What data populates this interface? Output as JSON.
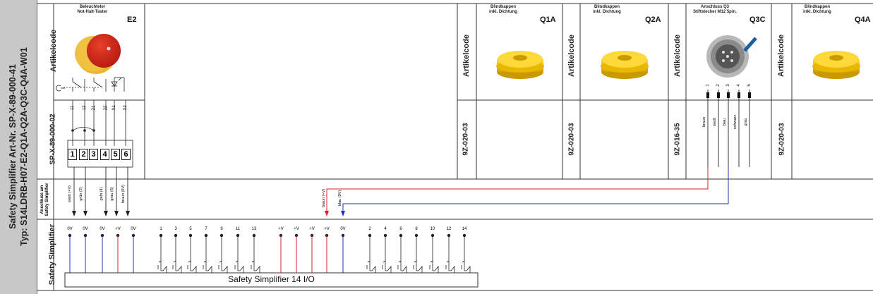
{
  "sidebar": {
    "line1": "Safety Simplifier Art-Nr. SP-X-89-000-41",
    "line2": "Typ: S14LDRB-H07-E2-Q1A-Q2A-Q3C-Q4A-W01"
  },
  "rows": {
    "artikelcode": "Artikelcode",
    "anschluss": "Anschluss am\nSafety Simplifier",
    "safety": "Safety Simplifier"
  },
  "e2": {
    "title": "Beleuchteter\nNot-Halt-Taster",
    "id": "E2",
    "code": "SP-X-89-000-02",
    "pins": [
      "11",
      "12",
      "21",
      "22",
      "X1",
      "X2"
    ],
    "terminals": [
      "1",
      "2",
      "3",
      "4",
      "5",
      "6"
    ],
    "wires": [
      "weiß (+V)",
      "grün (2)",
      "gelb (4)",
      "grau (6)",
      "braun (0V)"
    ]
  },
  "q1a": {
    "title": "Blindkappen\ninkl. Dichtung",
    "id": "Q1A",
    "code": "9Z-020-03"
  },
  "q2a": {
    "title": "Blindkappen\ninkl. Dichtung",
    "id": "Q2A",
    "code": "9Z-020-03"
  },
  "q3c": {
    "title": "Anschluss Q3\nStiftstecker M12 5pin.",
    "id": "Q3C",
    "code": "9Z-016-35",
    "pins": [
      "1",
      "2",
      "3",
      "4",
      "5"
    ],
    "colors": [
      "braun",
      "weiß",
      "blau",
      "schwarz",
      "grau"
    ]
  },
  "q4a": {
    "title": "Blindkappen\ninkl. Dichtung",
    "id": "Q4A",
    "code": "9Z-020-03"
  },
  "conn_mid": [
    "braun (+V)",
    "blau (0V)"
  ],
  "ss": {
    "label": "Safety Simplifier 14 I/O",
    "terms_left": [
      "0V",
      "0V",
      "0V",
      "+V",
      "0V"
    ],
    "terms_io1": [
      "1",
      "3",
      "5",
      "7",
      "9",
      "11",
      "13"
    ],
    "terms_pwr": [
      "+V",
      "+V",
      "+V",
      "+V",
      "0V"
    ],
    "terms_io2": [
      "2",
      "4",
      "6",
      "8",
      "10",
      "12",
      "14"
    ]
  },
  "colors": {
    "red": "#e02020",
    "blue": "#2030c0",
    "yellow": "#f4c300"
  }
}
